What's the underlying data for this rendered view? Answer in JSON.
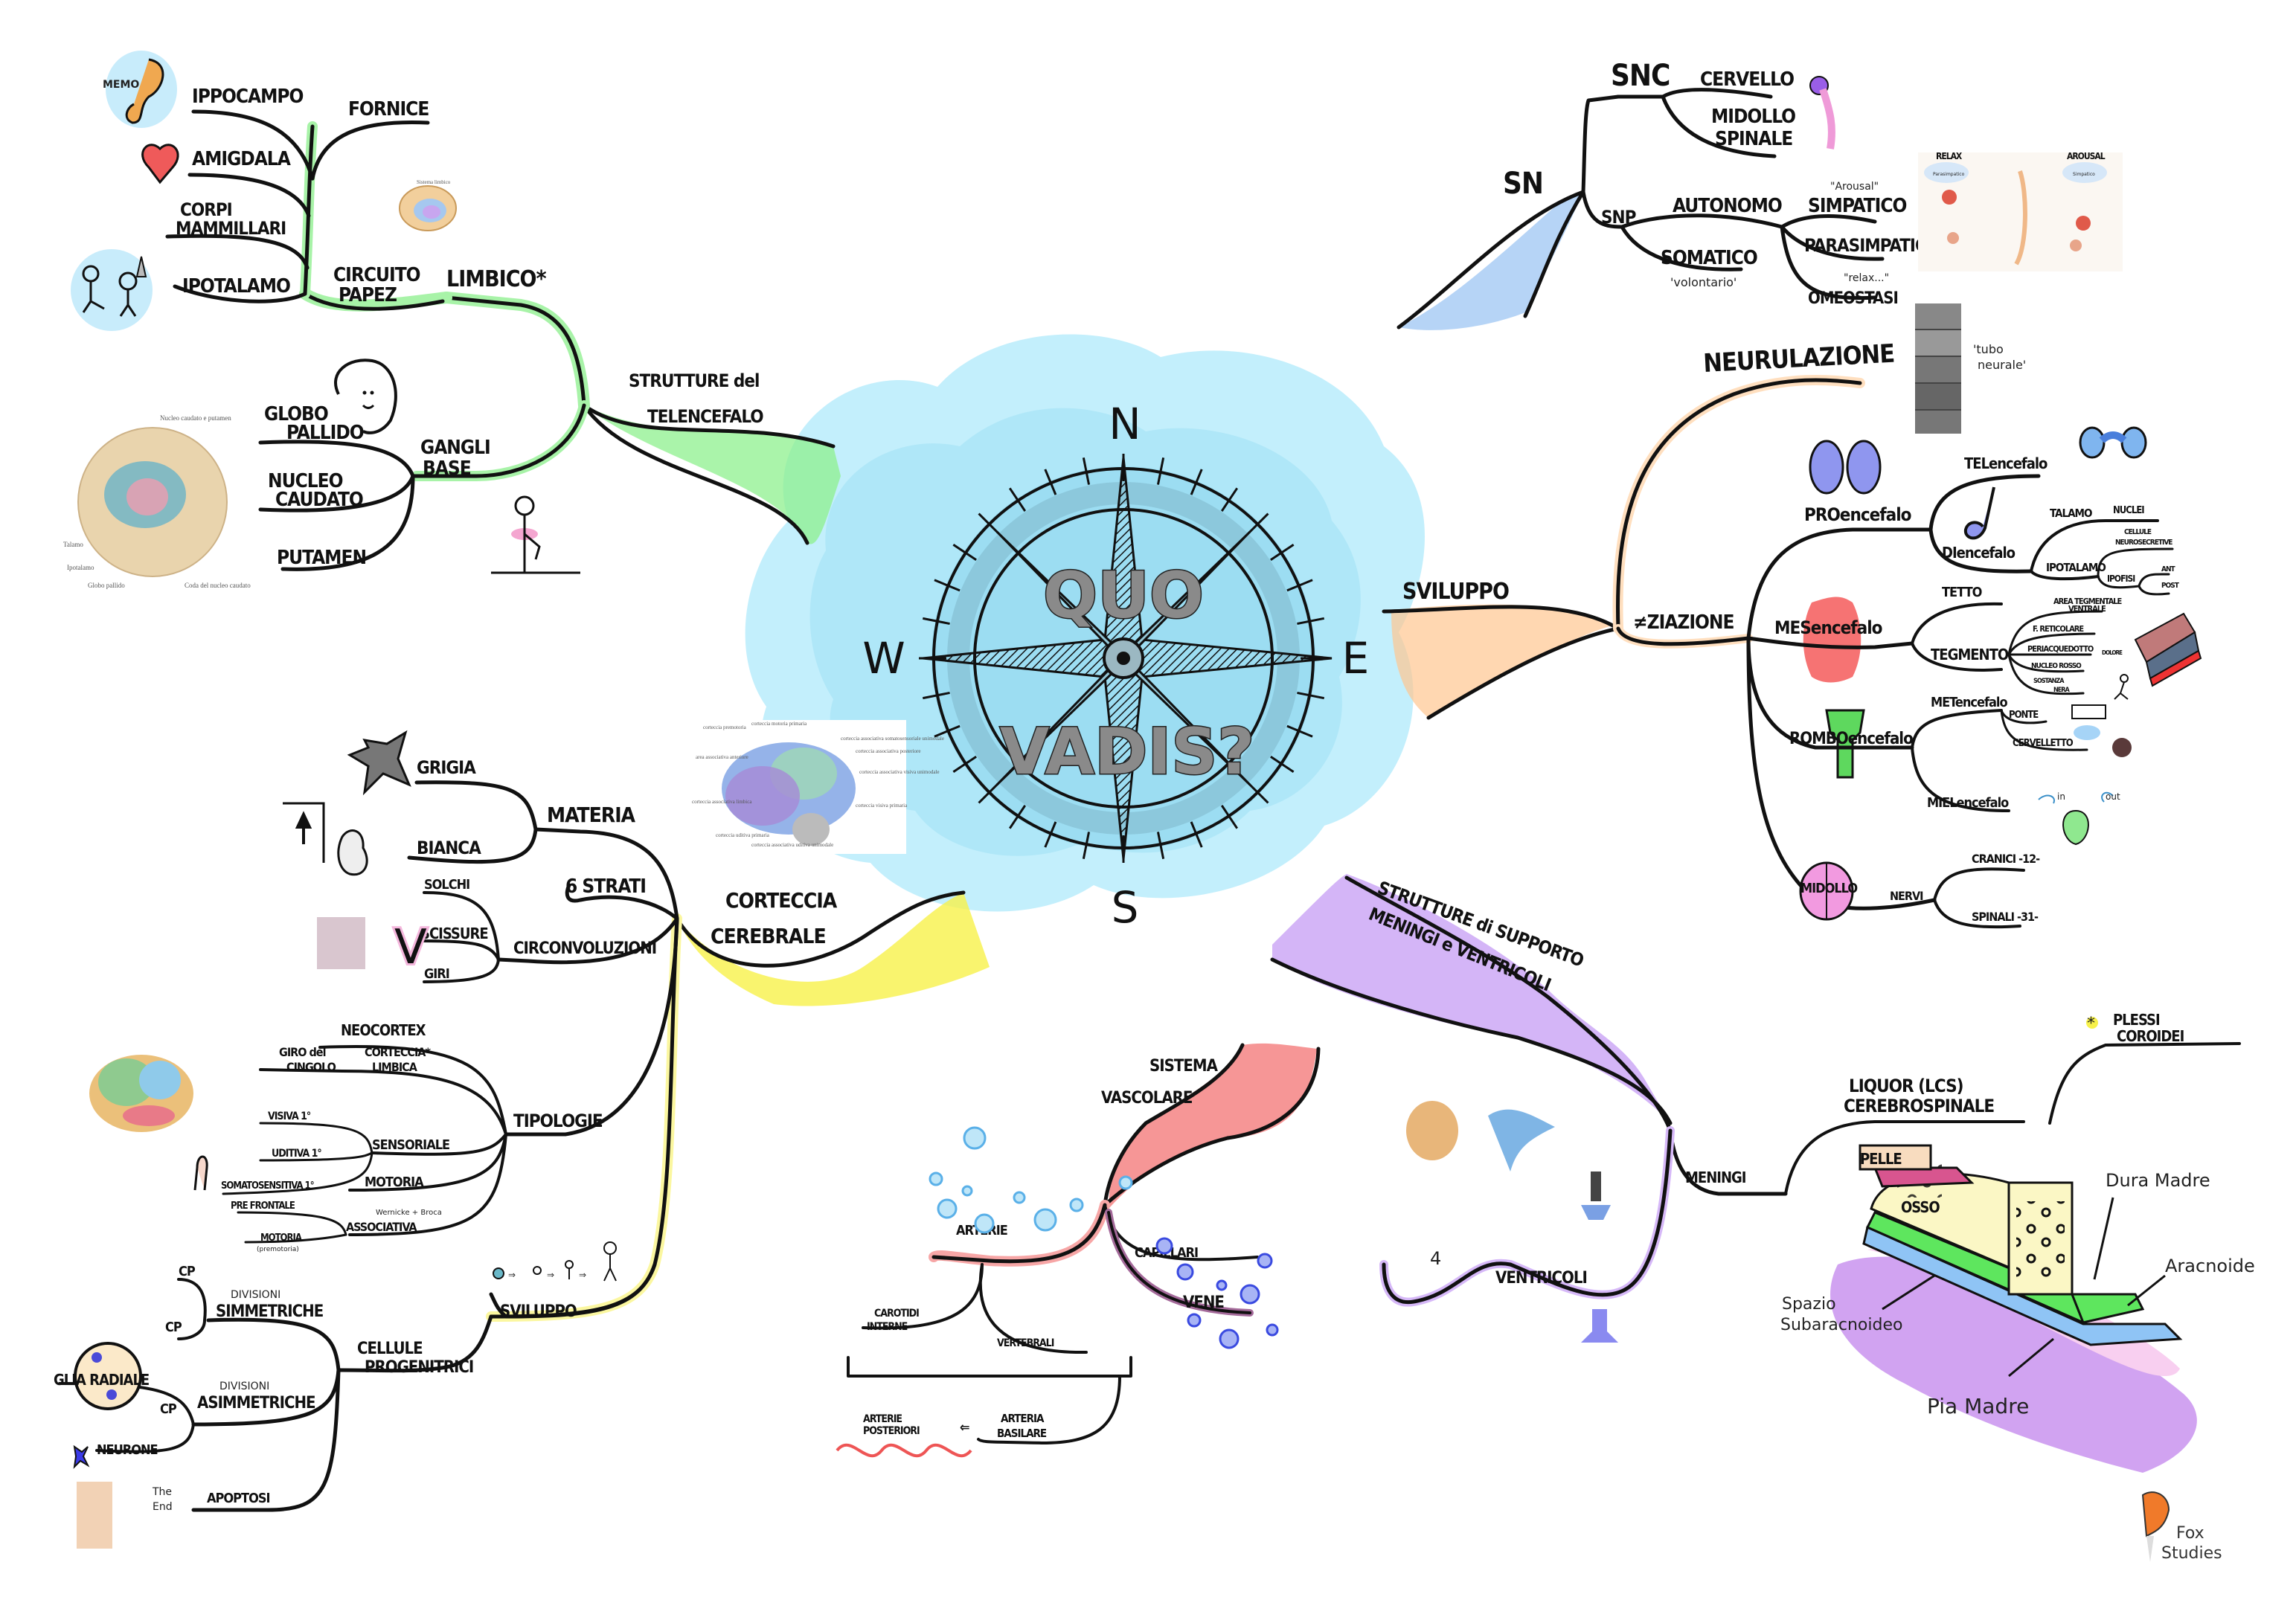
{
  "center": {
    "title_line1": "QUO",
    "title_line2": "VADIS?",
    "north": "N",
    "south": "S",
    "east": "E",
    "west": "W"
  },
  "colors": {
    "center_cloud": "#b8ecfa",
    "telencefalo": "#8ef08e",
    "sn": "#a9cdf5",
    "sviluppo": "#ffd3a0",
    "corteccia": "#f7f14a",
    "vascolare": "#f58b8b",
    "meningi": "#c9a2f5"
  },
  "telencefalo": {
    "branch": "STRUTTURE del TELENCEFALO",
    "branch_line1": "STRUTTURE del",
    "branch_line2": "TELENCEFALO",
    "limbico": "LIMBICO*",
    "papez": [
      "CIRCUITO",
      "PAPEZ"
    ],
    "ippocampo": "IPPOCAMPO",
    "memo": "MEMO",
    "fornice": "FORNICE",
    "amigdala": "AMIGDALA",
    "corpi_mammillari": [
      "CORPI",
      "MAMMILLARI"
    ],
    "ipotalamo": "IPOTALAMO",
    "gangli": [
      "GANGLI",
      "BASE"
    ],
    "globo": [
      "GLOBO",
      "PALLIDO"
    ],
    "nucleo": [
      "NUCLEO",
      "CAUDATO"
    ],
    "putamen": "PUTAMEN",
    "limbic_image_title": "Sistema limbico",
    "basal_image_labels": [
      "Nucleo caudato e putamen",
      "Talamo",
      "Ipotalamo",
      "Globo pallido",
      "Coda del nucleo caudato"
    ]
  },
  "sn": {
    "root": "SN",
    "snc": "SNC",
    "cervello": "CERVELLO",
    "midollo": [
      "MIDOLLO",
      "SPINALE"
    ],
    "snp": "SNP",
    "autonomo": "AUTONOMO",
    "somatico": "SOMATICO",
    "volontario": "'volontario'",
    "simpatico": "SIMPATICO",
    "arousal": "\"Arousal\"",
    "parasimpatico": "PARASIMPATICO",
    "relax_note": "\"relax...\"",
    "omeostasi": "OMEOSTASI",
    "chart_relax": "RELAX",
    "chart_arousal": "AROUSAL",
    "chart_para": "Parasimpatico",
    "chart_simp": "Simpatico"
  },
  "sviluppo": {
    "branch": "SVILUPPO",
    "neurulazione": "NEURULAZIONE",
    "tubo": [
      "'tubo",
      "neurale'"
    ],
    "differenziazione": "≠ZIAZIONE",
    "proencefalo": "PROencefalo",
    "telencefalo": "TELencefalo",
    "diencefalo": "DIencefalo",
    "talamo": "TALAMO",
    "nuclei": "NUCLEI",
    "ipotalamo": "IPOTALAMO",
    "cellule_neuro": [
      "CELLULE",
      "NEUROSECRETIVE"
    ],
    "ipofisi": "IPOFISI",
    "ant": "ANT",
    "post": "POST",
    "mesencefalo": "MESencefalo",
    "tetto": "TETTO",
    "tegmento": "TEGMENTO",
    "area_tegmentale": [
      "AREA TEGMENTALE",
      "VENTRALE"
    ],
    "reticolare": "F. RETICOLARE",
    "periacquedotto": "PERIACQUEDOTTO",
    "dolore": "DOLORE",
    "nucleo_rosso": "NUCLEO ROSSO",
    "sostanza_nera": [
      "SOSTANZA",
      "NERA"
    ],
    "rombencefalo": "ROMBOencefalo",
    "metencefalo": "METencefalo",
    "ponte": "PONTE",
    "cervelletto": "CERVELLETTO",
    "mielencefalo": "MIELencefalo",
    "in": "in",
    "out": "out",
    "midollo": "MIDOLLO",
    "nervi": "NERVI",
    "cranici": "CRANICI -12-",
    "spinali": "SPINALI -31-"
  },
  "corteccia": {
    "branch": [
      "CORTECCIA",
      "CEREBRALE"
    ],
    "materia": "MATERIA",
    "grigia": "GRIGIA",
    "bianca": "BIANCA",
    "strati": "6 STRATI",
    "circonvoluzioni": "CIRCONVOLUZIONI",
    "solchi": "SOLCHI",
    "scissure": "SCISSURE",
    "giri": "GIRI",
    "tipologie": "TIPOLOGIE",
    "neocortex": "NEOCORTEX",
    "giro_cingolo": [
      "GIRO del",
      "CINGOLO"
    ],
    "corteccia_limbica": [
      "CORTECCIA*",
      "LIMBICA"
    ],
    "sensoriale": "SENSORIALE",
    "visiva": "VISIVA 1°",
    "uditiva": "UDITIVA 1°",
    "somatosensitiva": "SOMATOSENSITIVA 1°",
    "motoria": "MOTORIA",
    "associativa": "ASSOCIATIVA",
    "wernicke": "Wernicke + Broca",
    "pre_frontale": "PRE FRONTALE",
    "motoria2": "MOTORIA",
    "premotoria": "(premotoria)",
    "sviluppo": "SVILUPPO",
    "cellule_prog": [
      "CELLULE",
      "PROGENITRICI"
    ],
    "divisioni_sim": [
      "DIVISIONI",
      "SIMMETRICHE"
    ],
    "divisioni_asim": [
      "DIVISIONI",
      "ASIMMETRICHE"
    ],
    "cp": "CP",
    "glia": "GLIA RADIALE",
    "neurone": "NEURONE",
    "the_end": [
      "The",
      "End"
    ],
    "apoptosi": "APOPTOSI",
    "image_labels": [
      "corteccia premotoria",
      "corteccia motoria primaria",
      "corteccia associativa somatosensoriale unimodale",
      "corteccia associativa posteriore",
      "area associativa anteriore",
      "corteccia associativa visiva unimodale",
      "corteccia visiva primaria",
      "corteccia associativa limbica",
      "corteccia uditiva primaria",
      "corteccia associativa uditiva unimodale"
    ]
  },
  "vascolare": {
    "branch": [
      "SISTEMA",
      "VASCOLARE"
    ],
    "arterie": "ARTERIE",
    "carotidi": [
      "CAROTIDI",
      "INTERNE"
    ],
    "vertebrali": "VERTEBRALI",
    "capillari": "CAPILLARI",
    "vene": "VENE",
    "posteriori": [
      "ARTERIE",
      "POSTERIORI"
    ],
    "arrow": "⇐",
    "basilare": [
      "ARTERIA",
      "BASILARE"
    ]
  },
  "meningi": {
    "branch": [
      "STRUTTURE di SUPPORTO",
      "MENINGI e VENTRICOLI"
    ],
    "meningi": "MENINGI",
    "liquor": [
      "LIQUOR   (LCS)",
      "CEREBROSPINALE"
    ],
    "plessi": [
      "PLESSI",
      "COROIDEI"
    ],
    "ventricoli": "VENTRICOLI",
    "four": "4",
    "pelle": "PELLE",
    "osso": "OSSO",
    "dura": "Dura Madre",
    "aracnoide": "Aracnoide",
    "spazio": [
      "Spazio",
      "Subaracnoideo"
    ],
    "pia": "Pia Madre"
  },
  "brand": {
    "line1": "Fox",
    "line2": "Studies"
  }
}
